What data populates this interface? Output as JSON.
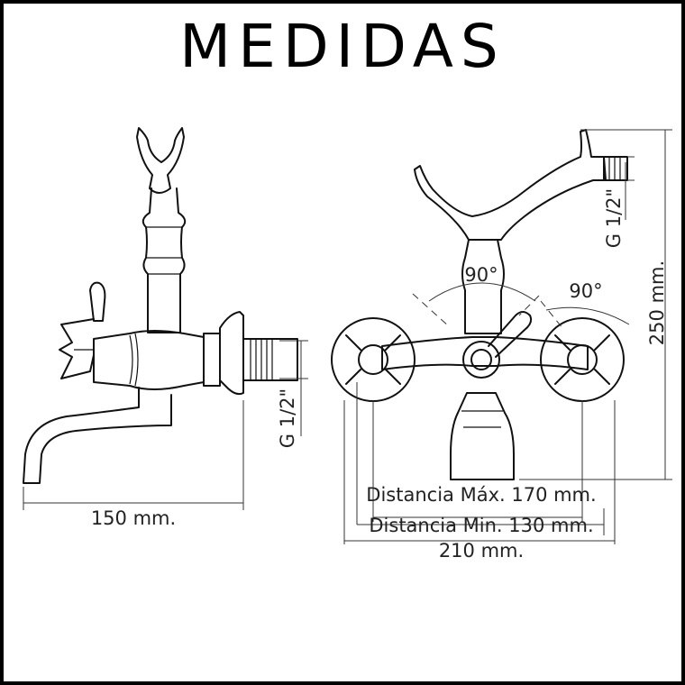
{
  "title": "MEDIDAS",
  "colors": {
    "line": "#111111",
    "background": "#ffffff",
    "border": "#000000"
  },
  "side_view": {
    "width_label": "150 mm.",
    "thread_label": "G 1/2\""
  },
  "front_view": {
    "height_label": "250 mm.",
    "thread_label": "G 1/2\"",
    "angle_left_label": "90°",
    "angle_right_label": "90°",
    "distance_max_label": "Distancia Máx.  170 mm.",
    "distance_min_label": "Distancia Min. 130 mm.",
    "total_width_label": "210 mm."
  }
}
